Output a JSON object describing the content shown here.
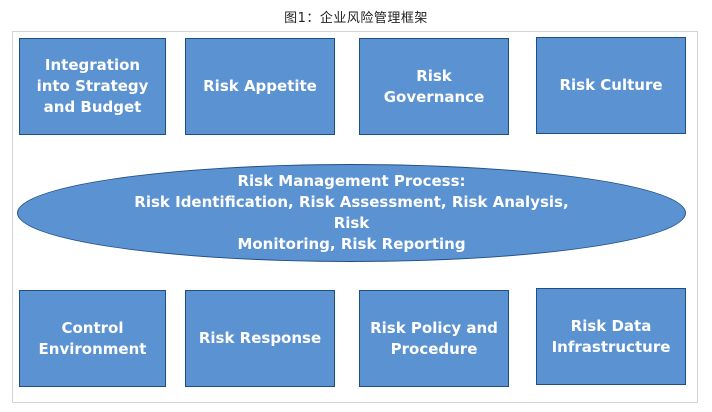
{
  "caption": "图1：企业风险管理框架",
  "top_row": [
    "Integration into Strategy and Budget",
    "Risk Appetite",
    "Risk Governance",
    "Risk Culture"
  ],
  "center": {
    "line1": "Risk Management Process:",
    "line2": "Risk Identification, Risk Assessment, Risk Analysis, Risk",
    "line3": "Monitoring, Risk Reporting"
  },
  "bottom_row": [
    "Control Environment",
    "Risk Response",
    "Risk Policy and Procedure",
    "Risk Data Infrastructure"
  ],
  "colors": {
    "box_fill": "#5b92d2",
    "box_border": "#1f4e86",
    "text": "#ffffff"
  }
}
